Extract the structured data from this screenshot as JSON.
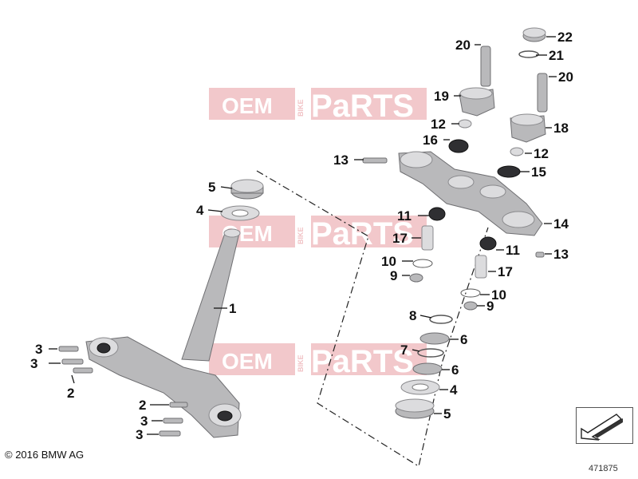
{
  "watermark": {
    "brand_left": "OEM",
    "brand_vertical": "BIKE",
    "brand_right": "PaRTS"
  },
  "callouts": {
    "c1": "1",
    "c2a": "2",
    "c2b": "2",
    "c3a": "3",
    "c3b": "3",
    "c3c": "3",
    "c3d": "3",
    "c4a": "4",
    "c4b": "4",
    "c5a": "5",
    "c5b": "5",
    "c6a": "6",
    "c6b": "6",
    "c7": "7",
    "c8": "8",
    "c9a": "9",
    "c9b": "9",
    "c10a": "10",
    "c10b": "10",
    "c11a": "11",
    "c11b": "11",
    "c12a": "12",
    "c12b": "12",
    "c13a": "13",
    "c13b": "13",
    "c14": "14",
    "c15": "15",
    "c16": "16",
    "c17a": "17",
    "c17b": "17",
    "c18": "18",
    "c19": "19",
    "c20a": "20",
    "c20b": "20",
    "c21": "21",
    "c22": "22"
  },
  "footer": {
    "copyright": "© 2016 BMW AG",
    "diagram_number": "471875"
  },
  "icons": {
    "direction": "arrow-down-left-icon"
  }
}
